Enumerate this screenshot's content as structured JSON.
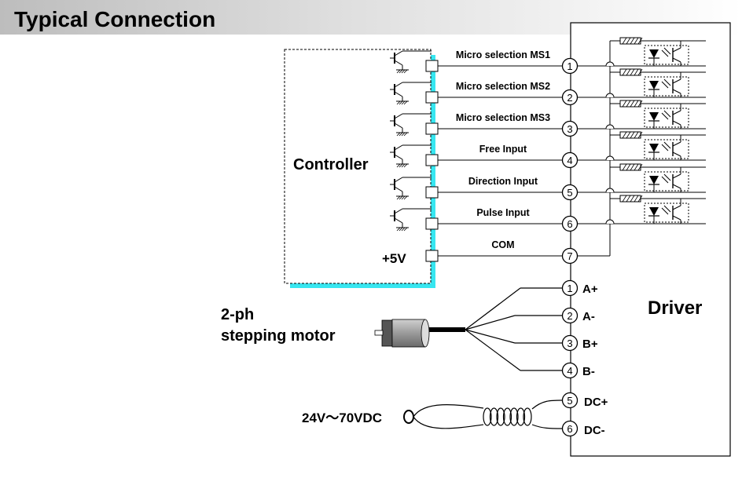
{
  "title": "Typical Connection",
  "controller": {
    "label": "Controller",
    "supply_label": "+5V"
  },
  "signals": [
    {
      "pin": "1",
      "label": "Micro selection MS1"
    },
    {
      "pin": "2",
      "label": "Micro selection MS2"
    },
    {
      "pin": "3",
      "label": "Micro selection MS3"
    },
    {
      "pin": "4",
      "label": "Free Input"
    },
    {
      "pin": "5",
      "label": "Direction Input"
    },
    {
      "pin": "6",
      "label": "Pulse Input"
    },
    {
      "pin": "7",
      "label": "COM"
    }
  ],
  "driver": {
    "label": "Driver"
  },
  "motor": {
    "label_line1": "2-ph",
    "label_line2": "stepping motor",
    "terminals": [
      {
        "pin": "1",
        "label": "A+"
      },
      {
        "pin": "2",
        "label": "A-"
      },
      {
        "pin": "3",
        "label": "B+"
      },
      {
        "pin": "4",
        "label": "B-"
      }
    ]
  },
  "power": {
    "label": "24V～70VDC",
    "terminals": [
      {
        "pin": "5",
        "label": "DC+"
      },
      {
        "pin": "6",
        "label": "DC-"
      }
    ]
  },
  "colors": {
    "shadow": "#37e6f0",
    "line": "#000000",
    "motor_body": "#a8a8a8",
    "title_gradient_start": "#b8b8b8",
    "title_gradient_end": "#ffffff"
  }
}
